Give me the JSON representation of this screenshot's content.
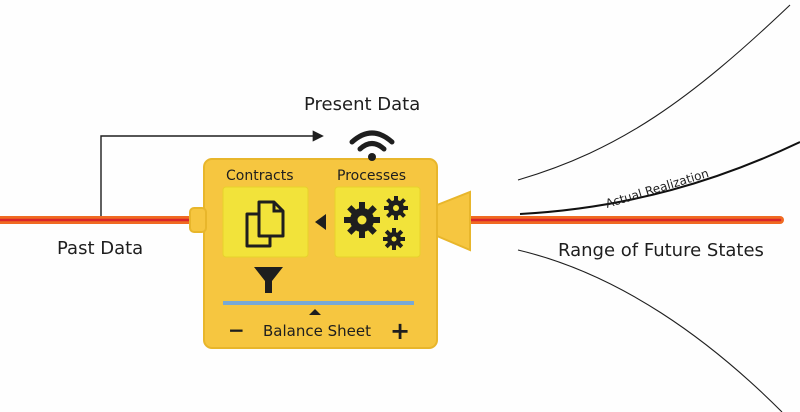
{
  "labels": {
    "present_data": "Present Data",
    "past_data": "Past Data",
    "future_states": "Range of Future States",
    "actual_realization": "Actual Realization"
  },
  "machine": {
    "contracts": "Contracts",
    "processes": "Processes",
    "balance_sheet": "Balance Sheet",
    "minus": "−",
    "plus": "+"
  },
  "icons": {
    "signal": "wifi-signal-icon",
    "contracts": "document-copy-icon",
    "processes": "gears-icon",
    "filter": "funnel-icon",
    "output": "speaker-horn-icon"
  },
  "colors": {
    "timeline_outer": "#f06a22",
    "timeline_inner": "#d9262a",
    "machine_fill": "#f6c640",
    "machine_stroke": "#e8b62b",
    "panel_fill": "#f2e33a",
    "balance_line": "#79a9d5",
    "dark": "#1e1e1e"
  }
}
